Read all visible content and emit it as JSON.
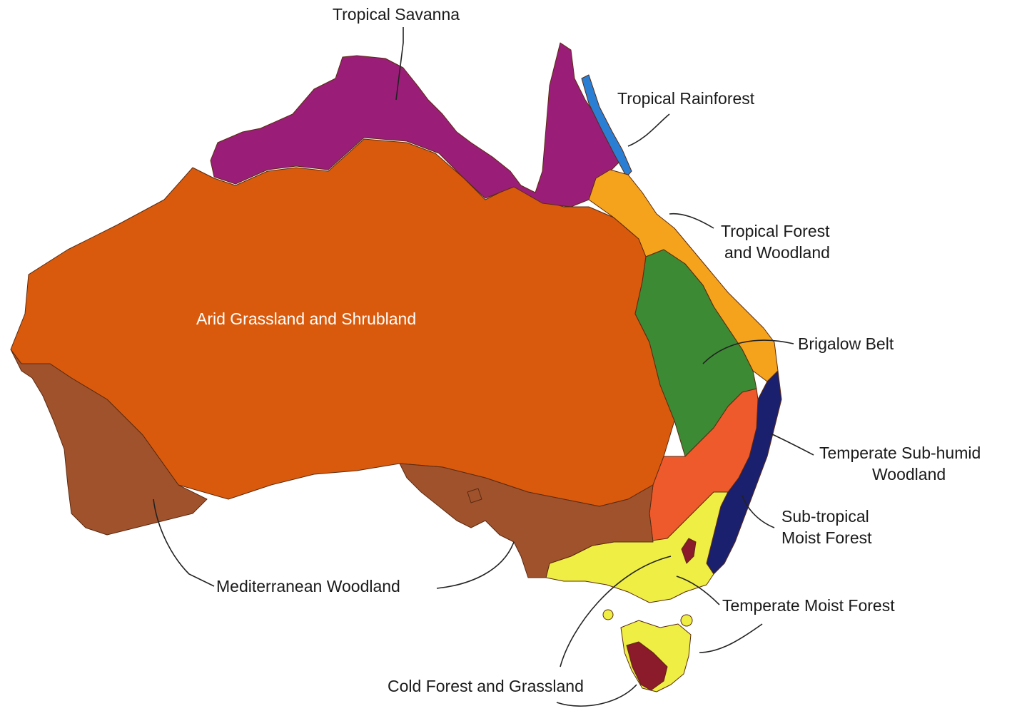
{
  "regions": [
    {
      "key": "tropical_savanna",
      "label": "Tropical Savanna",
      "color": "#9a1e78"
    },
    {
      "key": "tropical_rainforest",
      "label": "Tropical Rainforest",
      "color": "#2a7fd4"
    },
    {
      "key": "tropical_forest",
      "label_line1": "Tropical Forest",
      "label_line2": "and Woodland",
      "color": "#f5a21c"
    },
    {
      "key": "arid",
      "label": "Arid Grassland and Shrubland",
      "color": "#d95a0c"
    },
    {
      "key": "brigalow",
      "label": "Brigalow Belt",
      "color": "#3c8a34"
    },
    {
      "key": "temperate_subhumid",
      "label_line1": "Temperate Sub-humid",
      "label_line2": "Woodland",
      "color": "#ee5a2c"
    },
    {
      "key": "subtropical_moist",
      "label_line1": "Sub-tropical",
      "label_line2": "Moist Forest",
      "color": "#1a1f6e"
    },
    {
      "key": "mediterranean",
      "label": "Mediterranean Woodland",
      "color": "#a0522d"
    },
    {
      "key": "temperate_moist",
      "label": "Temperate Moist Forest",
      "color": "#eeee44"
    },
    {
      "key": "cold_forest",
      "label": "Cold Forest and Grassland",
      "color": "#8b1a2a"
    }
  ]
}
